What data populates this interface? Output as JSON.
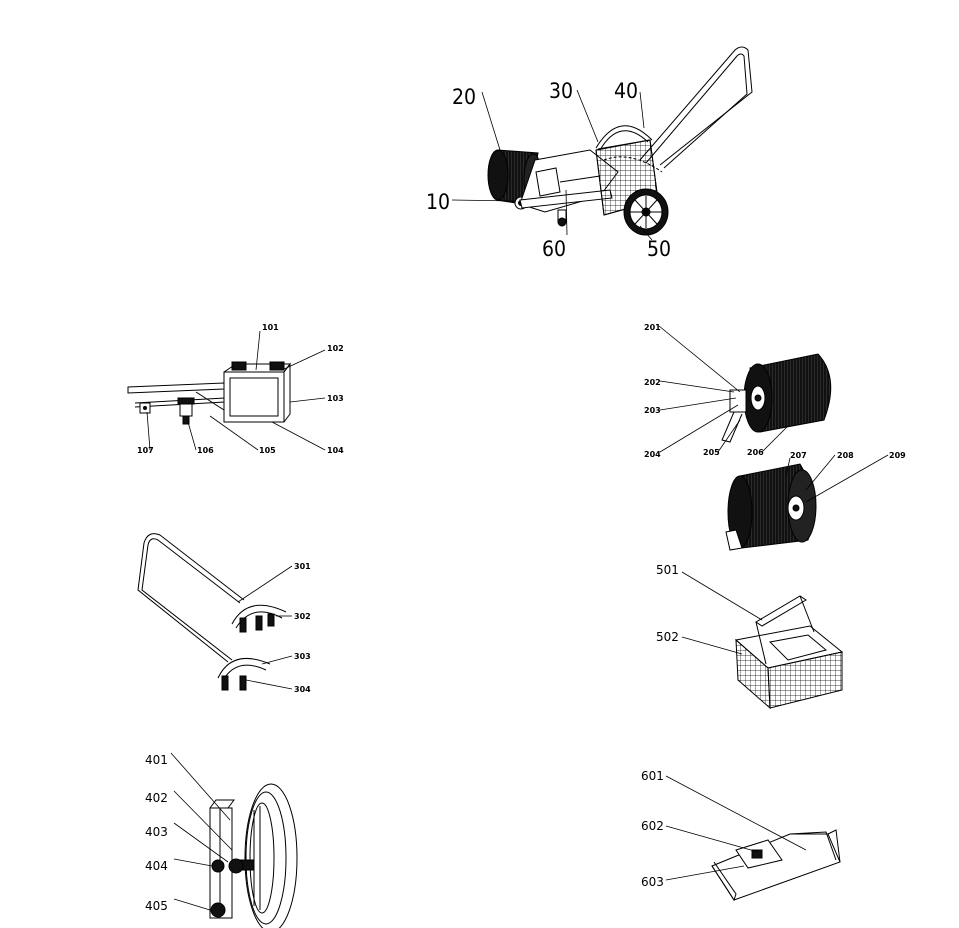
{
  "figure_main": {
    "labels": {
      "l10": "10",
      "l20": "20",
      "l30": "30",
      "l40": "40",
      "l50": "50",
      "l60": "60"
    }
  },
  "figure_frame": {
    "labels": {
      "l101": "101",
      "l102": "102",
      "l103": "103",
      "l104": "104",
      "l105": "105",
      "l106": "106",
      "l107": "107"
    }
  },
  "figure_roller": {
    "labels": {
      "l201": "201",
      "l202": "202",
      "l203": "203",
      "l204": "204",
      "l205": "205",
      "l206": "206",
      "l207": "207",
      "l208": "208",
      "l209": "209"
    }
  },
  "figure_handle": {
    "labels": {
      "l301": "301",
      "l302": "302",
      "l303": "303",
      "l304": "304"
    }
  },
  "figure_wheel": {
    "labels": {
      "l401": "401",
      "l402": "402",
      "l403": "403",
      "l404": "404",
      "l405": "405"
    }
  },
  "figure_basket": {
    "labels": {
      "l501": "501",
      "l502": "502"
    }
  },
  "figure_cover": {
    "labels": {
      "l601": "601",
      "l602": "602",
      "l603": "603"
    }
  }
}
